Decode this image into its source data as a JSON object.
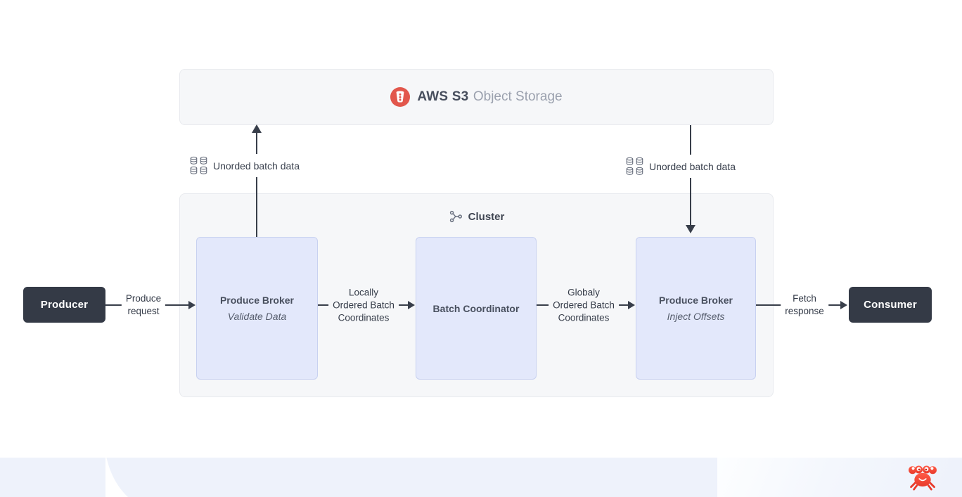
{
  "colors": {
    "s3_icon": "#E2574C",
    "node_fill": "#E3E8FB",
    "node_border": "#C8D1F0",
    "dark_node": "#343A46",
    "arrow": "#383E4A",
    "panel_bg": "#F6F7F9",
    "panel_border": "#E8EAEE",
    "footer_bg": "#EEF2FB",
    "crab_red": "#F4503E"
  },
  "storage": {
    "icon": "s3-bucket-icon",
    "title_brand": "AWS S3",
    "title_rest": "Object Storage"
  },
  "cluster": {
    "icon": "network-icon",
    "label": "Cluster"
  },
  "nodes": {
    "producer": {
      "label": "Producer"
    },
    "consumer": {
      "label": "Consumer"
    },
    "validate_broker": {
      "title": "Produce Broker",
      "subtitle": "Validate Data"
    },
    "coordinator": {
      "title": "Batch Coordinator"
    },
    "inject_broker": {
      "title": "Produce Broker",
      "subtitle": "Inject Offsets"
    }
  },
  "edges": {
    "produce_request": "Produce\nrequest",
    "locally_ordered": "Locally\nOrdered Batch\nCoordinates",
    "globally_ordered": "Globaly\nOrdered Batch\nCoordinates",
    "fetch_response": "Fetch\nresponse",
    "unordered_left": "Unorded batch data",
    "unordered_right": "Unorded batch data"
  },
  "mascot": {
    "icon": "crab-icon"
  }
}
